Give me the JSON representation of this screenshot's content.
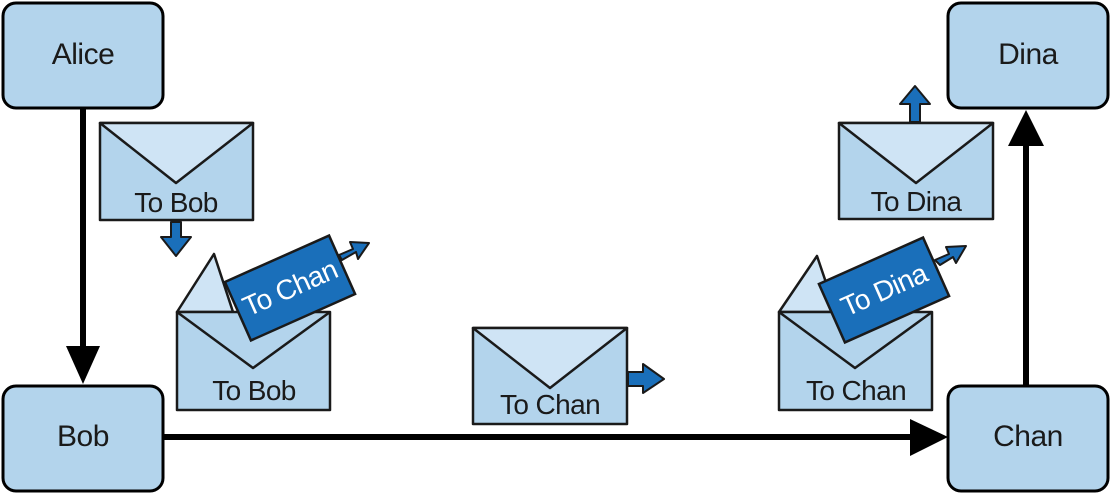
{
  "nodes": {
    "alice": "Alice",
    "bob": "Bob",
    "chan": "Chan",
    "dina": "Dina"
  },
  "envelopes": {
    "to_bob_top": "To Bob",
    "to_bob_open": "To Bob",
    "to_chan_middle": "To Chan",
    "to_chan_open": "To Chan",
    "to_dina_top": "To Dina"
  },
  "cards": {
    "to_chan": "To Chan",
    "to_dina": "To Dina"
  },
  "colors": {
    "node_fill": "#b3d4ec",
    "envelope_fill": "#b3d4ec",
    "envelope_flap": "#cfe4f5",
    "card_fill": "#1a6fba",
    "edge": "#000000"
  },
  "icons": [
    "envelope-icon",
    "card-icon",
    "arrow-icon"
  ]
}
